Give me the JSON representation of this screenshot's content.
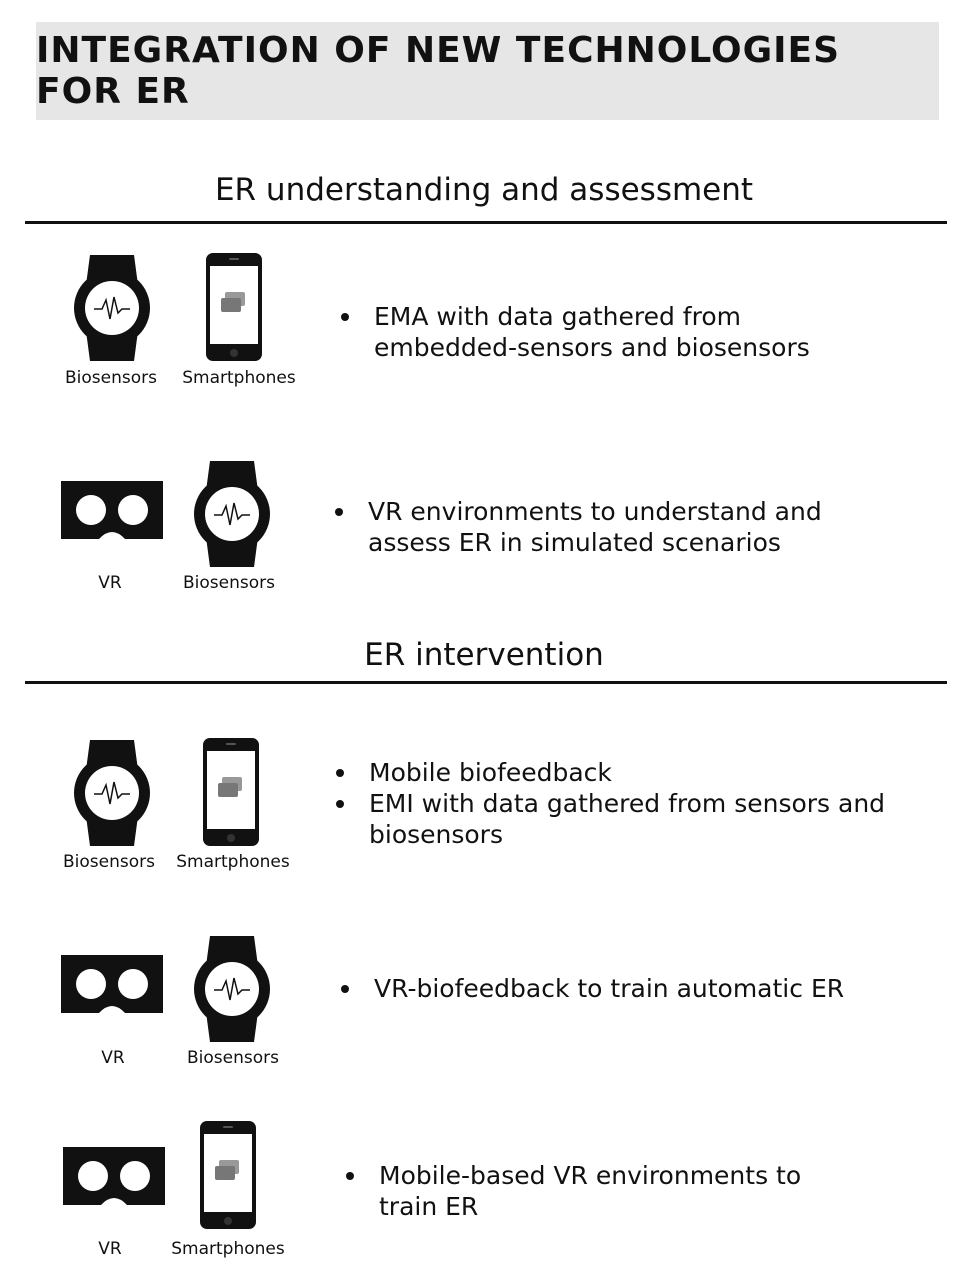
{
  "title": "INTEGRATION OF NEW TECHNOLOGIES FOR ER",
  "sections": [
    {
      "heading": "ER understanding and assessment",
      "rows": [
        {
          "icons": [
            {
              "type": "watch-icon",
              "label": "Biosensors"
            },
            {
              "type": "smartphone-icon",
              "label": "Smartphones"
            }
          ],
          "bullets": [
            "EMA with data gathered from embedded-sensors and biosensors"
          ]
        },
        {
          "icons": [
            {
              "type": "vr-headset-icon",
              "label": "VR"
            },
            {
              "type": "watch-icon",
              "label": "Biosensors"
            }
          ],
          "bullets": [
            "VR environments to understand and assess ER in simulated scenarios"
          ]
        }
      ]
    },
    {
      "heading": "ER intervention",
      "rows": [
        {
          "icons": [
            {
              "type": "watch-icon",
              "label": "Biosensors"
            },
            {
              "type": "smartphone-icon",
              "label": "Smartphones"
            }
          ],
          "bullets": [
            "Mobile biofeedback",
            "EMI with data gathered from sensors and biosensors"
          ]
        },
        {
          "icons": [
            {
              "type": "vr-headset-icon",
              "label": "VR"
            },
            {
              "type": "watch-icon",
              "label": "Biosensors"
            }
          ],
          "bullets": [
            "VR-biofeedback to train automatic ER"
          ]
        },
        {
          "icons": [
            {
              "type": "vr-headset-icon",
              "label": "VR"
            },
            {
              "type": "smartphone-icon",
              "label": "Smartphones"
            }
          ],
          "bullets": [
            "Mobile-based VR environments to train ER"
          ]
        }
      ]
    }
  ]
}
